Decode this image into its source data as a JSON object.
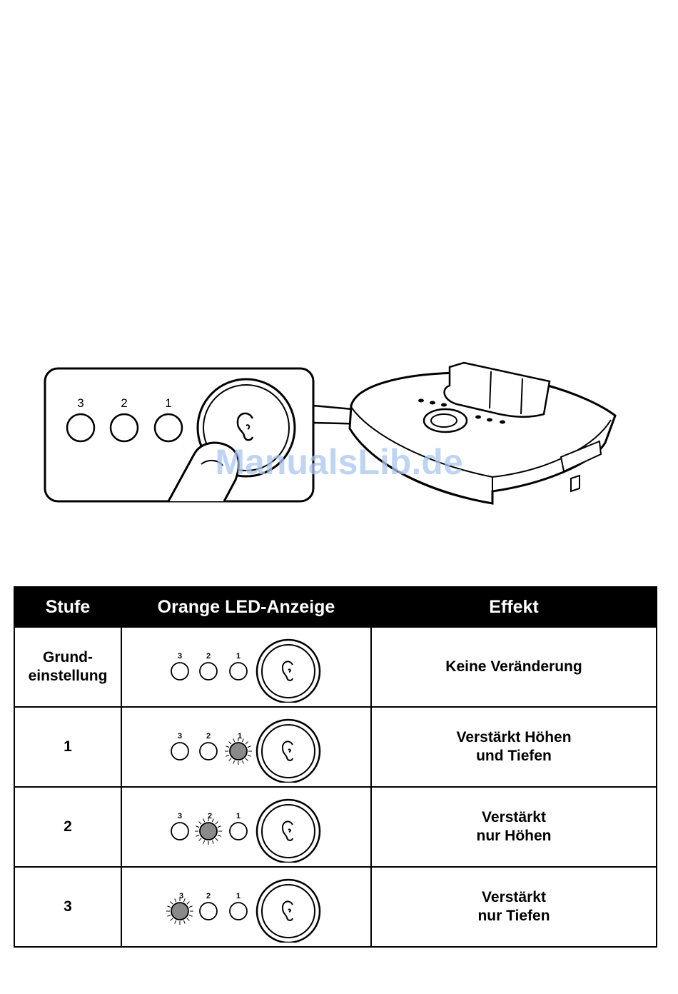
{
  "figure": {
    "panel_labels": [
      "3",
      "2",
      "1"
    ],
    "watermark": "ManualsLib.de"
  },
  "table": {
    "headers": {
      "stufe": "Stufe",
      "led": "Orange LED-Anzeige",
      "effekt": "Effekt"
    },
    "rows": [
      {
        "stufe": "Grund-\neinstellung",
        "led_labels": [
          "3",
          "2",
          "1"
        ],
        "lit_led": null,
        "effekt": "Keine Veränderung"
      },
      {
        "stufe": "1",
        "led_labels": [
          "3",
          "2",
          "1"
        ],
        "lit_led": "1",
        "effekt": "Verstärkt Höhen\nund Tiefen"
      },
      {
        "stufe": "2",
        "led_labels": [
          "3",
          "2",
          "1"
        ],
        "lit_led": "2",
        "effekt": "Verstärkt\nnur Höhen"
      },
      {
        "stufe": "3",
        "led_labels": [
          "3",
          "2",
          "1"
        ],
        "lit_led": "3",
        "effekt": "Verstärkt\nnur Tiefen"
      }
    ]
  },
  "colors": {
    "lit_led": "#8a8a8a",
    "header_bg": "#000000"
  }
}
